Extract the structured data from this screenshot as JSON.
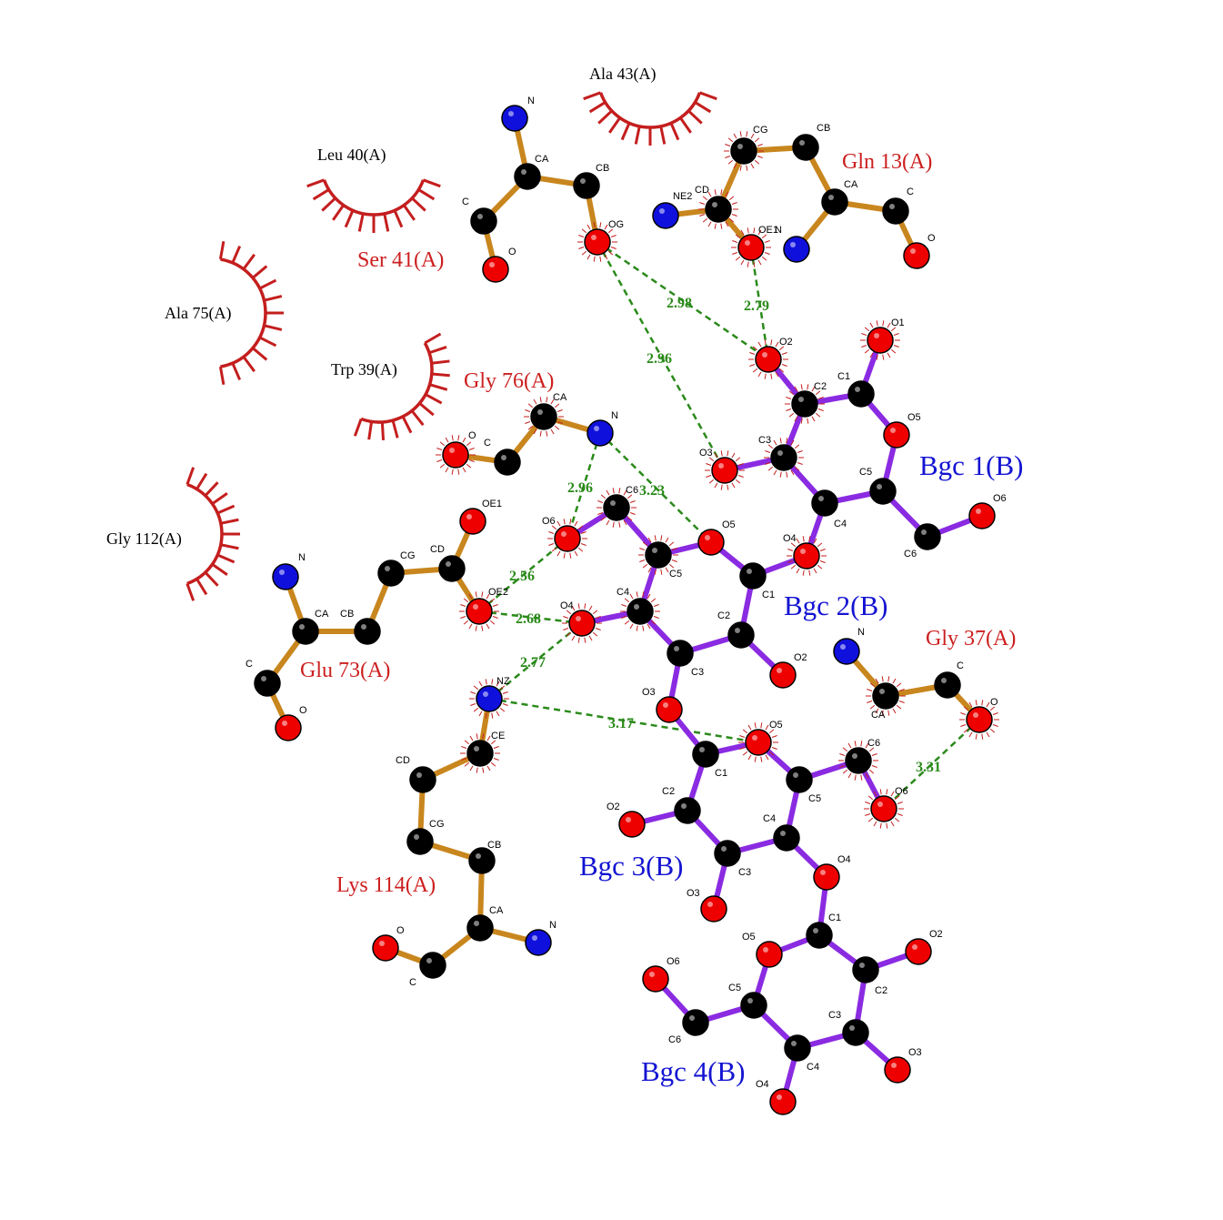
{
  "colors": {
    "residue_bond": "#c8861e",
    "ligand_bond": "#8a2be2",
    "hbond": "#2a8a1a",
    "hydrophobic": "#c41e1e",
    "carbon": "#000000",
    "oxygen": "#ee0000",
    "nitrogen": "#1010dd",
    "residue_label": "#cc1f1f",
    "ligand_label": "#1414d2"
  },
  "residues": [
    {
      "id": "ser41",
      "label": "Ser 41(A)"
    },
    {
      "id": "gln13",
      "label": "Gln 13(A)"
    },
    {
      "id": "gly76",
      "label": "Gly 76(A)"
    },
    {
      "id": "glu73",
      "label": "Glu 73(A)"
    },
    {
      "id": "gly37",
      "label": "Gly 37(A)"
    },
    {
      "id": "lys114",
      "label": "Lys 114(A)"
    }
  ],
  "ligands": [
    {
      "id": "bgc1",
      "label": "Bgc 1(B)"
    },
    {
      "id": "bgc2",
      "label": "Bgc 2(B)"
    },
    {
      "id": "bgc3",
      "label": "Bgc 3(B)"
    },
    {
      "id": "bgc4",
      "label": "Bgc 4(B)"
    }
  ],
  "hydrophobic": [
    {
      "id": "ala43",
      "label": "Ala 43(A)"
    },
    {
      "id": "leu40",
      "label": "Leu 40(A)"
    },
    {
      "id": "ala75",
      "label": "Ala 75(A)"
    },
    {
      "id": "trp39",
      "label": "Trp 39(A)"
    },
    {
      "id": "gly112",
      "label": "Gly 112(A)"
    }
  ],
  "hbonds": [
    {
      "id": "ser41og-bgc1o2",
      "distance": "2.98"
    },
    {
      "id": "ser41og-bgc1o3",
      "distance": "2.96"
    },
    {
      "id": "gln13oe1-bgc1o2",
      "distance": "2.79"
    },
    {
      "id": "gly76n-bgc2o6",
      "distance": "2.96"
    },
    {
      "id": "gly76n-bgc2o5",
      "distance": "3.23"
    },
    {
      "id": "glu73oe2-bgc2o6",
      "distance": "2.56"
    },
    {
      "id": "glu73oe2-bgc2o4",
      "distance": "2.68"
    },
    {
      "id": "lys114nz-bgc2o4",
      "distance": "2.77"
    },
    {
      "id": "lys114nz-bgc3o5",
      "distance": "3.17"
    },
    {
      "id": "gly37o-bgc3o6",
      "distance": "3.31"
    }
  ]
}
